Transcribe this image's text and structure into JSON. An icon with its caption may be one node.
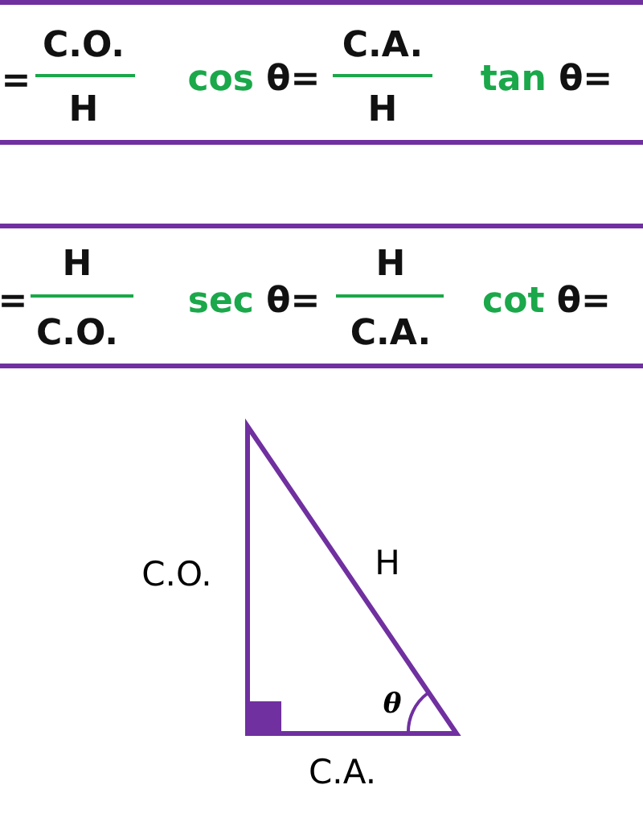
{
  "diagram": {
    "nodes": [
      {
        "text": [
          "=",
          "C.O.",
          "H",
          "cos θ=",
          "C.A.",
          "H",
          "tan θ="
        ]
      },
      {
        "text": [
          "=",
          "H",
          "C.O.",
          "sec θ=",
          "H",
          "C.A.",
          "cot θ="
        ]
      }
    ],
    "labels": [
      "C.O.",
      "H",
      "θ",
      "C.A."
    ]
  }
}
